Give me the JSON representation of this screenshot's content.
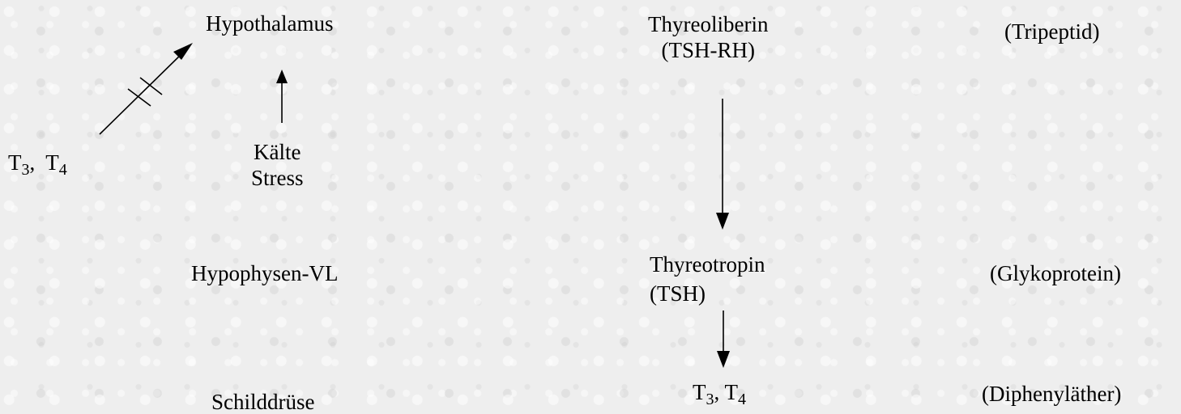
{
  "left_column": {
    "hypothalamus": "Hypothalamus",
    "cold": "Kälte",
    "stress": "Stress",
    "feedback": {
      "t3_base": "T",
      "t3_sub": "3",
      "sep": ",",
      "t4_base": "T",
      "t4_sub": "4"
    },
    "pituitary": "Hypophysen-VL",
    "thyroid": "Schilddrüse"
  },
  "middle_column": {
    "trh_name": "Thyreoliberin",
    "trh_abbr": "(TSH-RH)",
    "tsh_name": "Thyreotropin",
    "tsh_abbr": "(TSH)",
    "hormones": {
      "t3_base": "T",
      "t3_sub": "3",
      "sep": ",",
      "t4_base": "T",
      "t4_sub": "4"
    }
  },
  "right_column": {
    "trh_class": "(Tripeptid)",
    "tsh_class": "(Glykoprotein)",
    "hormone_class": "(Diphenyläther)"
  }
}
